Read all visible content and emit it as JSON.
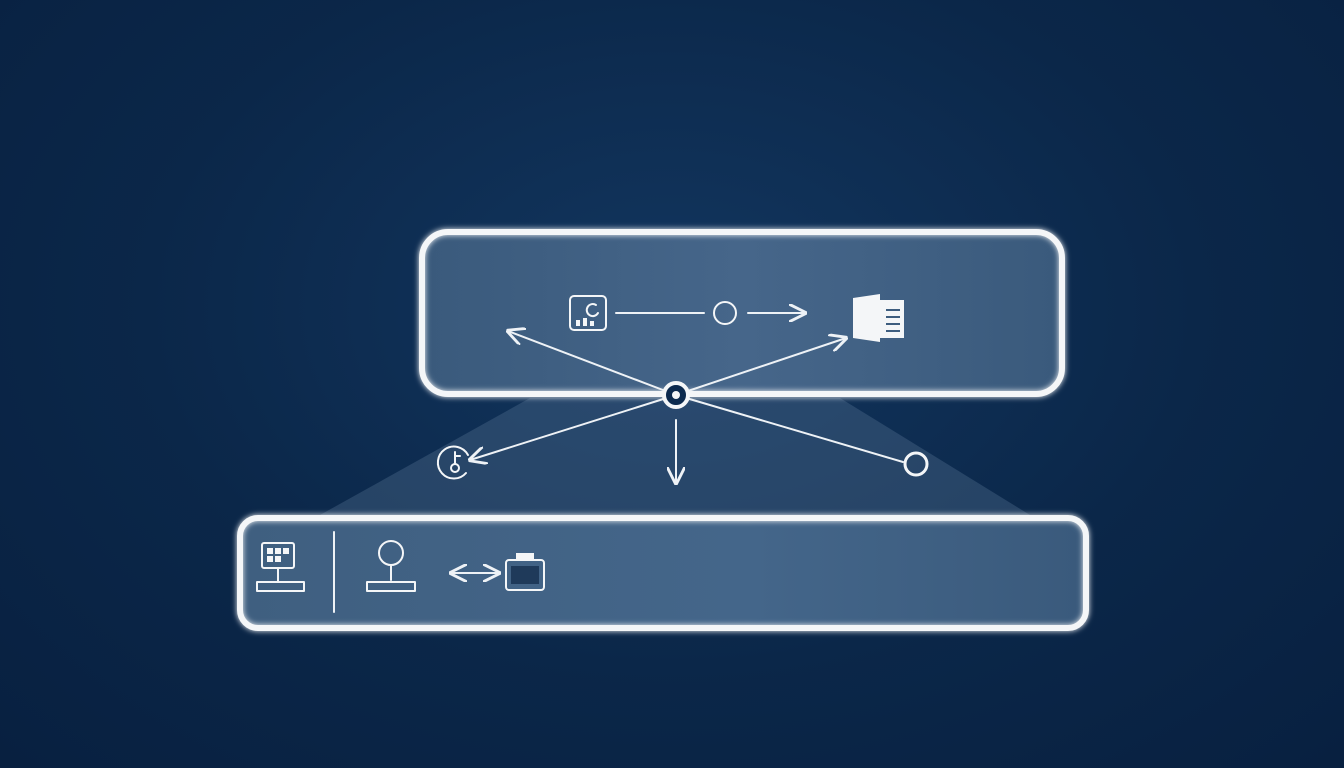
{
  "canvas": {
    "background": "#0c2a4e",
    "panel_fill": "#3d5d7f",
    "stroke_color": "#f4f6f8"
  },
  "top_panel": {
    "icons": [
      "chart-tile-icon",
      "node-circle-icon",
      "document-stack-icon"
    ]
  },
  "hub": {
    "icon": "hub-node-icon",
    "branches": [
      "upper-left",
      "upper-right",
      "lower-left",
      "down",
      "lower-right"
    ]
  },
  "floating_nodes": {
    "left": "refresh-key-icon",
    "right": "node-circle-icon"
  },
  "bottom_panel": {
    "icons": [
      "monitor-grid-icon",
      "user-pin-icon",
      "bidirectional-arrow-icon",
      "battery-icon"
    ]
  }
}
